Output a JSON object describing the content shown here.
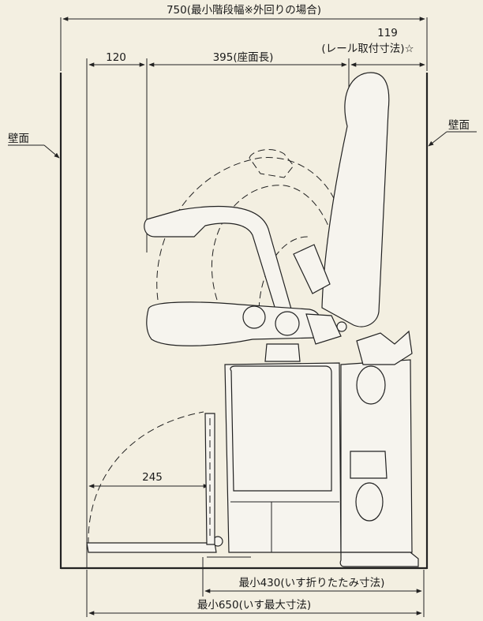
{
  "dimensions": {
    "top_total": "750(最小階段幅※外回りの場合)",
    "rail_value": "119",
    "rail_note": "(レール取付寸法)☆",
    "left_offset": "120",
    "seat_length": "395(座面長)",
    "footrest": "245",
    "min_folded": "最小430(いす折りたたみ寸法)",
    "min_max": "最小650(いす最大寸法)"
  },
  "labels": {
    "wall_left": "壁面",
    "wall_right": "壁面"
  },
  "colors": {
    "background": "#f3efe1",
    "line": "#222222"
  }
}
